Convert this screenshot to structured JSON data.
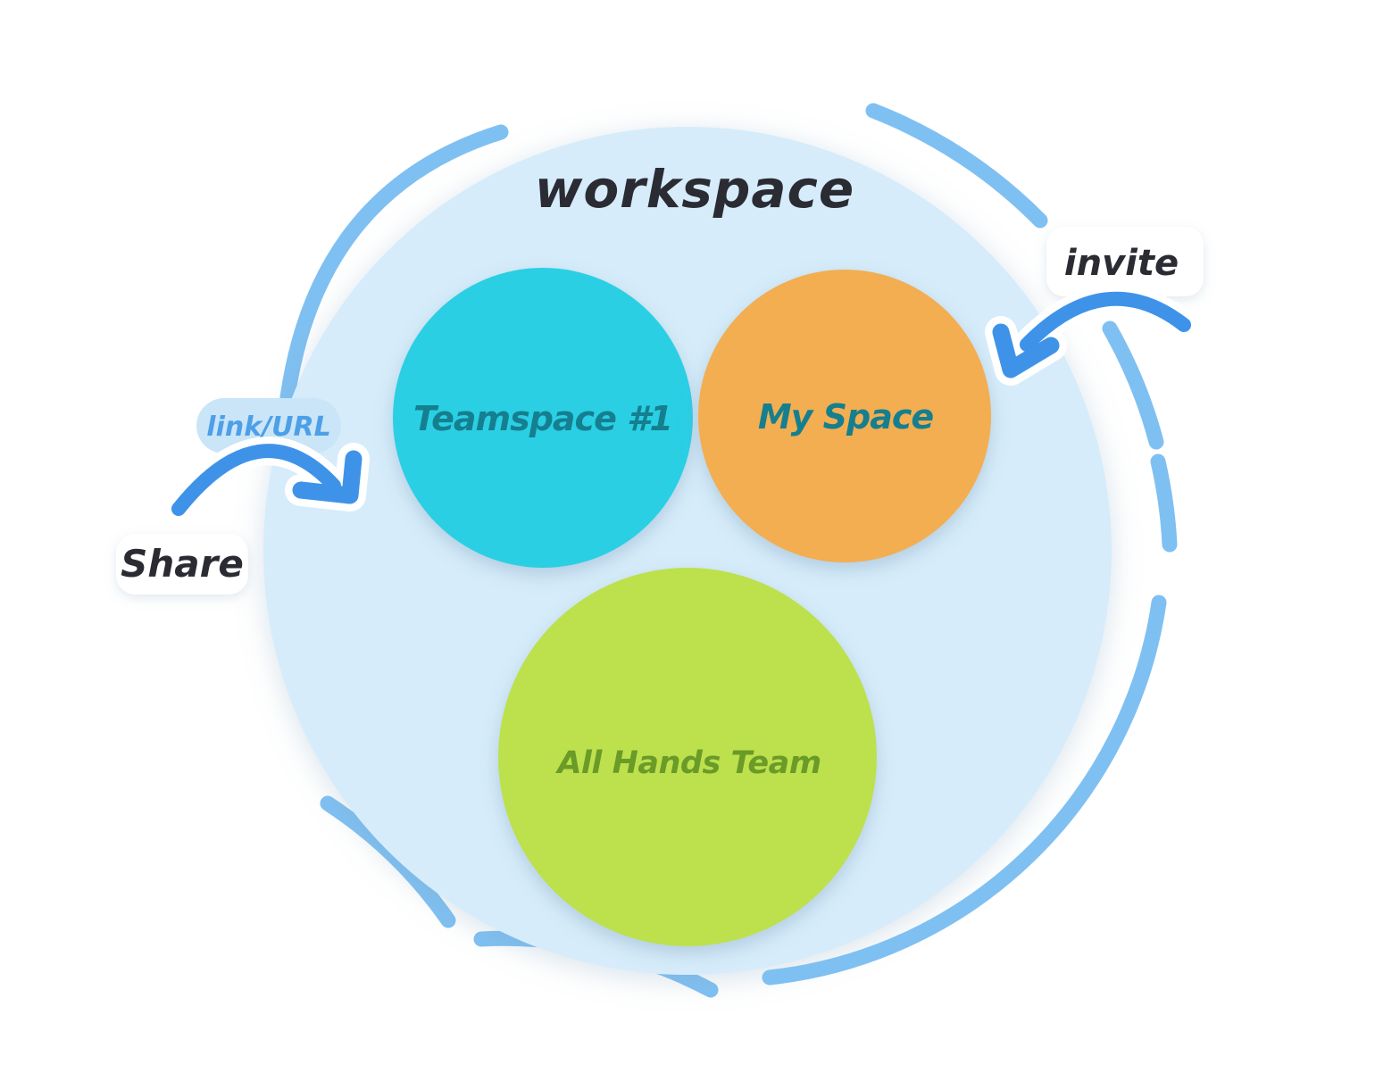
{
  "diagram": {
    "workspace_label": "workspace",
    "teamspaces": [
      {
        "label": "Teamspace #1"
      },
      {
        "label": "My Space"
      },
      {
        "label": "All Hands Team"
      }
    ],
    "annotations": {
      "invite_label": "invite",
      "share_label": "Share",
      "link_url_label": "link/URL"
    }
  },
  "colors": {
    "workspace_bg": "#d6ecfa",
    "teamspace1_fill": "#2bcfe4",
    "myspace_fill": "#f2ae51",
    "allhands_fill": "#bde04e",
    "teal_text": "#157f8f",
    "green_text": "#6a9b28",
    "dark_text": "#2b2b33",
    "blue_text": "#4d9fe8",
    "arrow_blue": "#3e93e9",
    "arc_blue": "#7fc0f2",
    "pill_bg": "#c9e5f7",
    "plate_bg": "#ffffff"
  }
}
